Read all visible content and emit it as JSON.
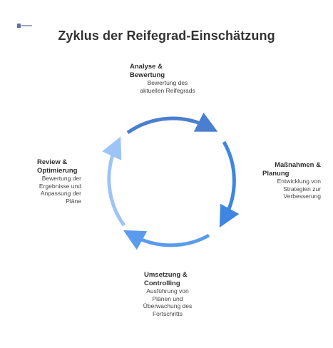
{
  "title": "Zyklus der Reifegrad-Einschätzung",
  "colors": {
    "arc_top": "#4a7fd0",
    "arc_right": "#3f86e3",
    "arc_bottom": "#5b9bed",
    "arc_left": "#9dc4f6",
    "text": "#333333"
  },
  "steps": [
    {
      "title_lines": [
        "Analyse &",
        "Bewertung"
      ],
      "desc_lines": [
        "Bewertung des",
        "aktuellen Reifegrads"
      ]
    },
    {
      "title_lines": [
        "Maßnahmen &",
        "Planung"
      ],
      "desc_lines": [
        "Entwicklung von",
        "Strategien zur",
        "Verbesserung"
      ]
    },
    {
      "title_lines": [
        "Umsetzung &",
        "Controlling"
      ],
      "desc_lines": [
        "Ausführung von",
        "Plänen und",
        "Überwachung des",
        "Fortschritts"
      ]
    },
    {
      "title_lines": [
        "Review &",
        "Optimierung"
      ],
      "desc_lines": [
        "Bewertung der",
        "Ergebnisse und",
        "Anpassung der",
        "Pläne"
      ]
    }
  ]
}
